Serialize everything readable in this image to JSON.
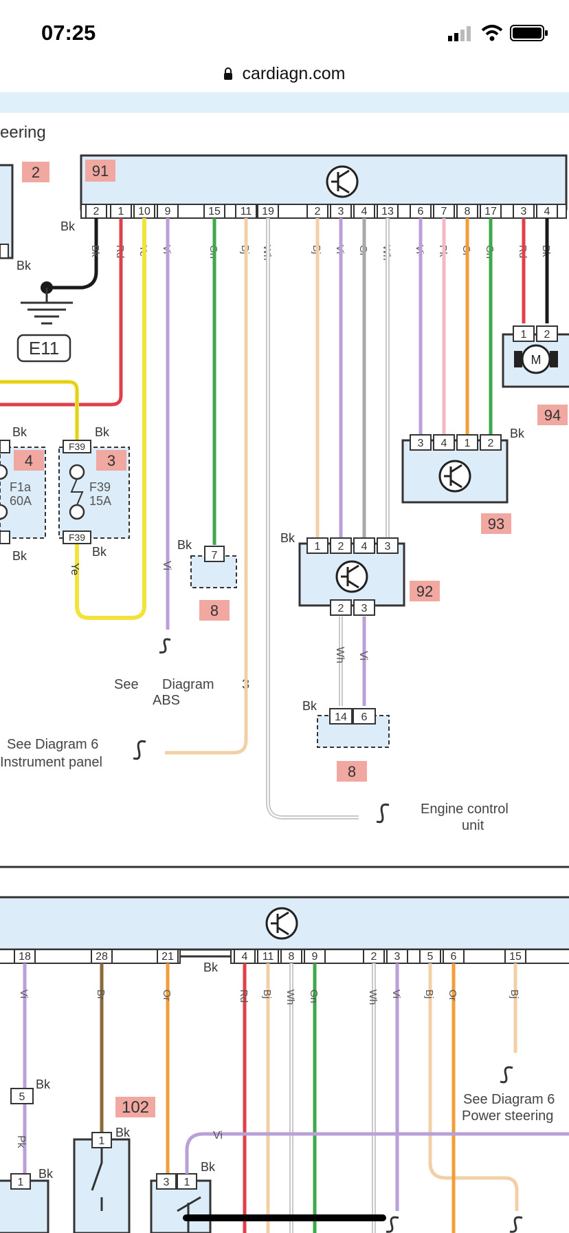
{
  "status": {
    "time": "07:25"
  },
  "browser": {
    "url": "cardiagn.com"
  },
  "diagram": {
    "caption_top": "eering",
    "ecu_top": {
      "id": "91",
      "pins": [
        {
          "n": "2",
          "wire": "Bk"
        },
        {
          "n": "1",
          "wire": "Rd"
        },
        {
          "n": "10",
          "wire": "Ye"
        },
        {
          "n": "9",
          "wire": "Vi"
        },
        {
          "n": "15",
          "wire": "Gn"
        },
        {
          "n": "11",
          "wire": "Bj"
        },
        {
          "n": "19",
          "wire": "Wh"
        },
        {
          "n": "2",
          "wire": "Bj"
        },
        {
          "n": "3",
          "wire": "Vi"
        },
        {
          "n": "4",
          "wire": "Gr"
        },
        {
          "n": "13",
          "wire": "Wh"
        },
        {
          "n": "6",
          "wire": "Vi"
        },
        {
          "n": "7",
          "wire": "Pk"
        },
        {
          "n": "8",
          "wire": "Or"
        },
        {
          "n": "17",
          "wire": "Gn"
        },
        {
          "n": "3",
          "wire": "Rd"
        },
        {
          "n": "4",
          "wire": "Bk"
        }
      ]
    },
    "components": {
      "c2": "2",
      "c4": "4",
      "c3": "3",
      "c8a": "8",
      "c8b": "8",
      "c92": "92",
      "c93": "93",
      "c94": "94",
      "c102": "102"
    },
    "ground": "E11",
    "fuses": {
      "f1a_name": "F1a",
      "f1a_rating": "60A",
      "f39_name": "F39",
      "f39_rating": "15A",
      "f39_pin": "F39"
    },
    "labels": {
      "bk": "Bk",
      "ye": "Ye",
      "vi": "Vi",
      "wh": "Wh",
      "see1": "See",
      "see1b": "Diagram",
      "see1c": "3",
      "see1d": "ABS",
      "see2a": "See Diagram 6",
      "see2b": "Instrument panel",
      "engine_a": "Engine control",
      "engine_b": "unit",
      "see3a": "See Diagram 6",
      "see3b": "Power steering",
      "motor": "M"
    },
    "c93_pins": [
      "3",
      "4",
      "1",
      "2"
    ],
    "c92_pins_top": [
      "1",
      "2",
      "4",
      "3"
    ],
    "c92_pins_bottom": [
      "2",
      "3"
    ],
    "c8a_pin": "7",
    "c8b_pins": [
      "14",
      "6"
    ],
    "c94_pins": [
      "1",
      "2"
    ],
    "ecu_bottom": {
      "pins": [
        {
          "n": "18",
          "wire": "Vi"
        },
        {
          "n": "28",
          "wire": "Br"
        },
        {
          "n": "21",
          "wire": "Or"
        },
        {
          "n": "4",
          "wire": "Rd"
        },
        {
          "n": "11",
          "wire": "Bj"
        },
        {
          "n": "8",
          "wire": "Wh"
        },
        {
          "n": "9",
          "wire": "Gn"
        },
        {
          "n": "2",
          "wire": "Wh"
        },
        {
          "n": "3",
          "wire": "Vi"
        },
        {
          "n": "5",
          "wire": "Bj"
        },
        {
          "n": "6",
          "wire": "Or"
        },
        {
          "n": "15",
          "wire": "Bj"
        }
      ]
    },
    "bottom_misc": {
      "pin5": "5",
      "pk": "Pk",
      "pin1a": "1",
      "pin1b": "1",
      "pins_31": [
        "3",
        "1"
      ]
    },
    "colors": {
      "Bk": "#1a1a1a",
      "Rd": "#e0404a",
      "Ye": "#f2e23a",
      "Vi": "#b9a0d8",
      "Gn": "#3fa84a",
      "Bj": "#f2cfa4",
      "Wh": "#c8c8c8",
      "Gr": "#a9a9a9",
      "Pk": "#f4b9c1",
      "Or": "#f29d3a",
      "Br": "#8a6a3a",
      "box": "#dcecf8",
      "tag": "#f0a8a0"
    }
  }
}
